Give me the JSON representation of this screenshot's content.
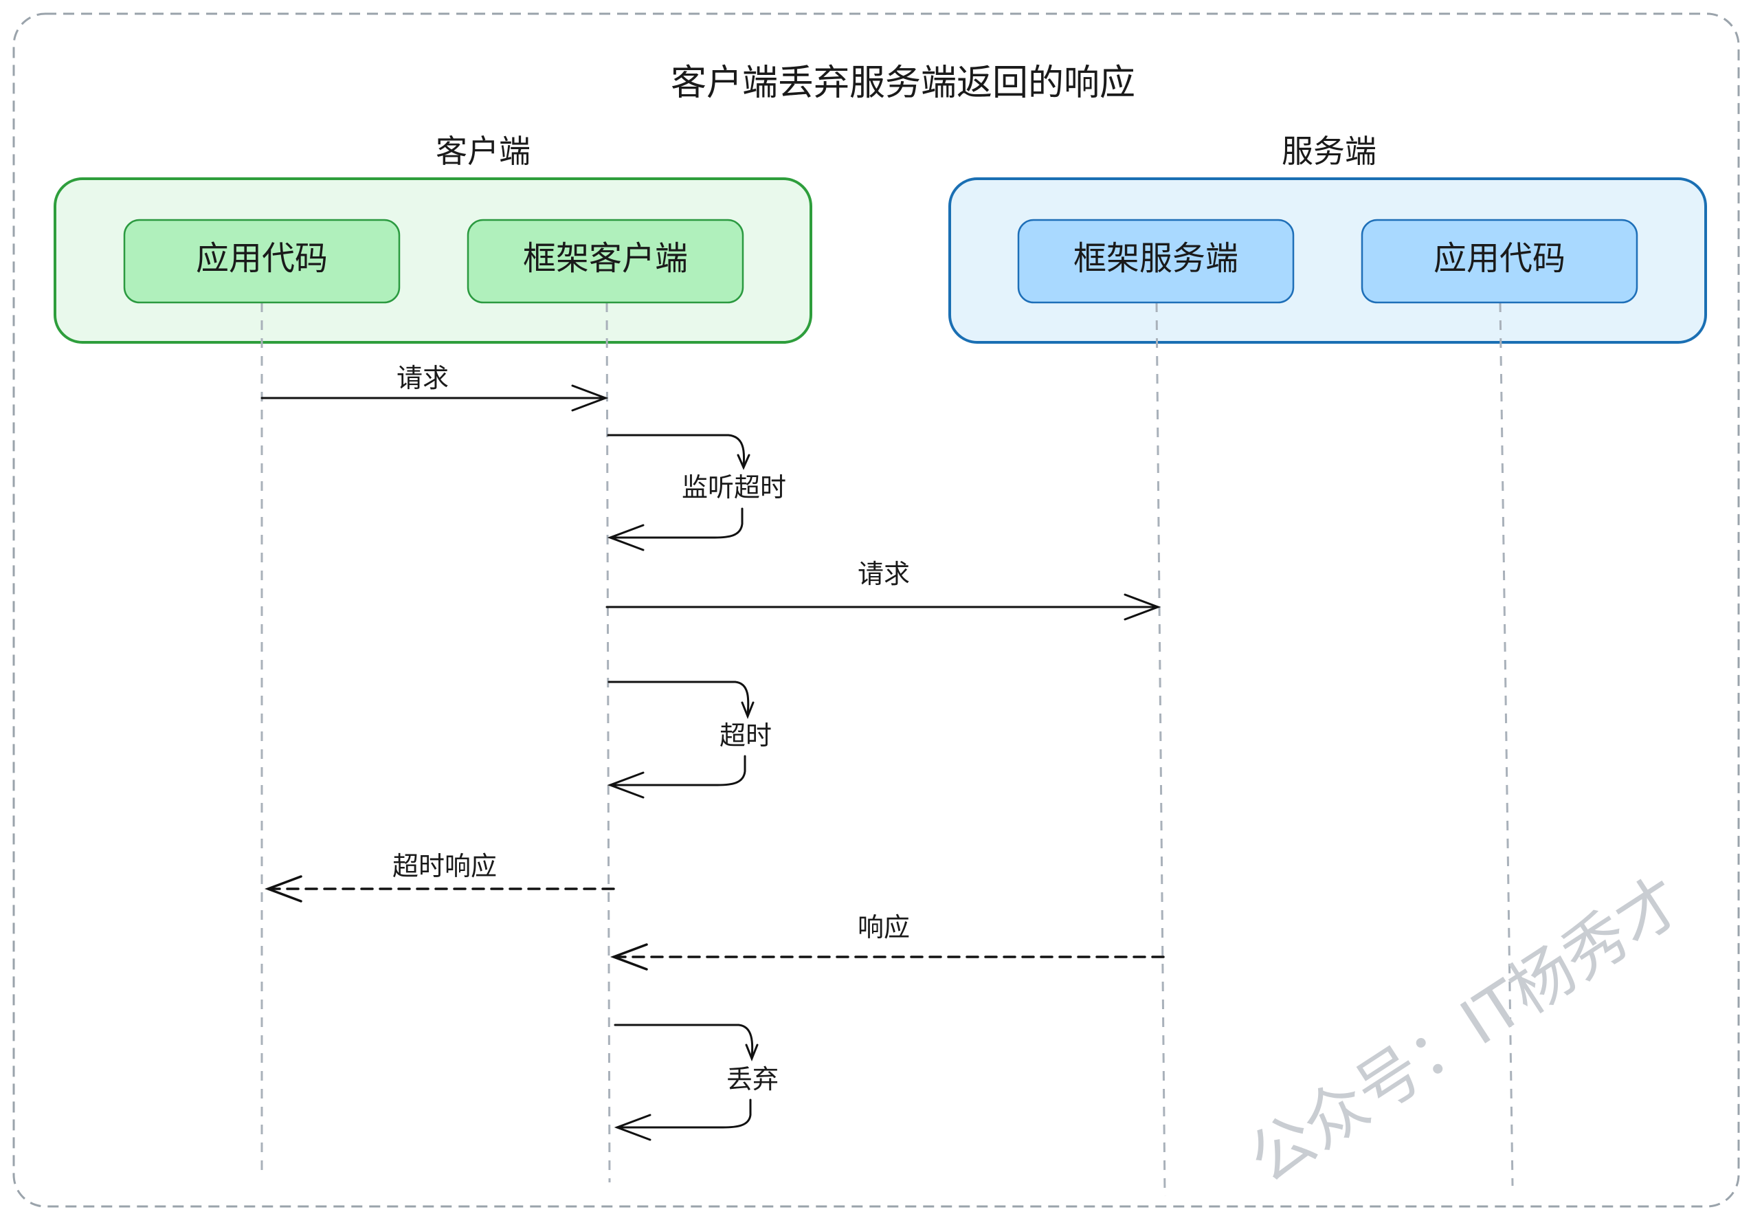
{
  "title": "客户端丢弃服务端返回的响应",
  "groups": [
    {
      "label": "客户端",
      "fill": "#e9f9ec",
      "stroke": "#2e9e3c"
    },
    {
      "label": "服务端",
      "fill": "#e4f3fc",
      "stroke": "#1a6fb3"
    }
  ],
  "participants": [
    {
      "label": "应用代码",
      "fill": "#b0f0bc",
      "stroke": "#2b9a40"
    },
    {
      "label": "框架客户端",
      "fill": "#b0f0bc",
      "stroke": "#2b9a40"
    },
    {
      "label": "框架服务端",
      "fill": "#a9d9ff",
      "stroke": "#1e6fb8"
    },
    {
      "label": "应用代码",
      "fill": "#a9d9ff",
      "stroke": "#1e6fb8"
    }
  ],
  "messages": [
    {
      "label": "请求",
      "kind": "sync"
    },
    {
      "label": "监听超时",
      "kind": "self"
    },
    {
      "label": "请求",
      "kind": "sync"
    },
    {
      "label": "超时",
      "kind": "self"
    },
    {
      "label": "超时响应",
      "kind": "reply"
    },
    {
      "label": "响应",
      "kind": "reply"
    },
    {
      "label": "丢弃",
      "kind": "self"
    }
  ],
  "watermark": "公众号：IT杨秀才",
  "colors": {
    "frame": "#9aa3ab",
    "lifeline": "#a9b1ba",
    "arrow": "#111111",
    "watermark": "#c9cdd2"
  }
}
